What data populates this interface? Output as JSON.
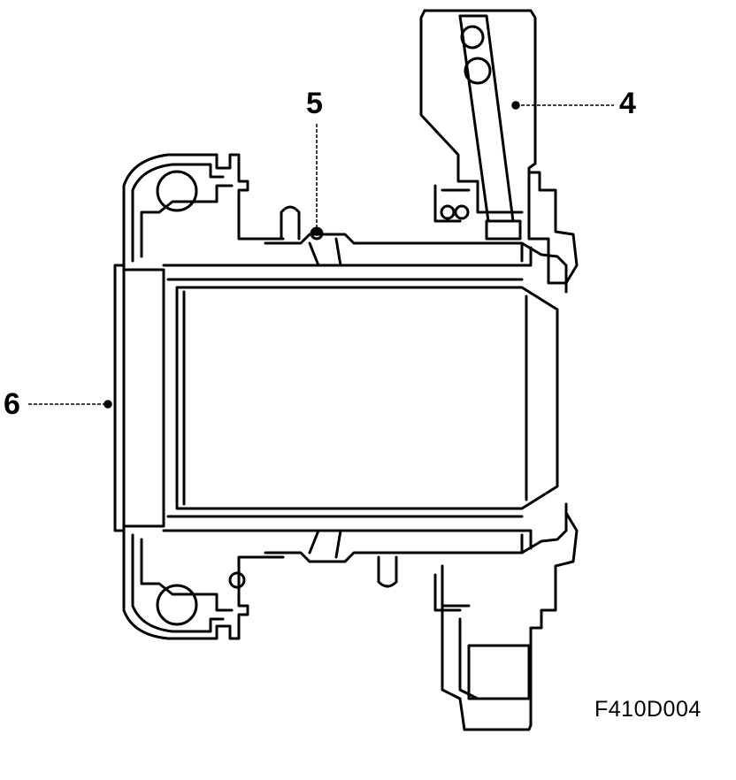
{
  "callouts": {
    "part_4": "4",
    "part_5": "5",
    "part_6": "6"
  },
  "figure_code": "F410D004",
  "colors": {
    "line": "#000000",
    "background": "#ffffff"
  }
}
